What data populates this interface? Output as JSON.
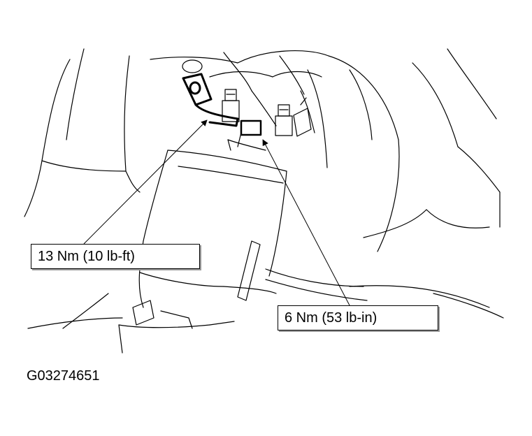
{
  "callouts": [
    {
      "id": "torque-callout-1",
      "label": "13 Nm (10 lb-ft)"
    },
    {
      "id": "torque-callout-2",
      "label": "6 Nm (53 lb-in)"
    }
  ],
  "figure_id": "G03274651",
  "colors": {
    "line": "#000000",
    "background": "#ffffff",
    "label_shadow": "#9a9a9a"
  }
}
